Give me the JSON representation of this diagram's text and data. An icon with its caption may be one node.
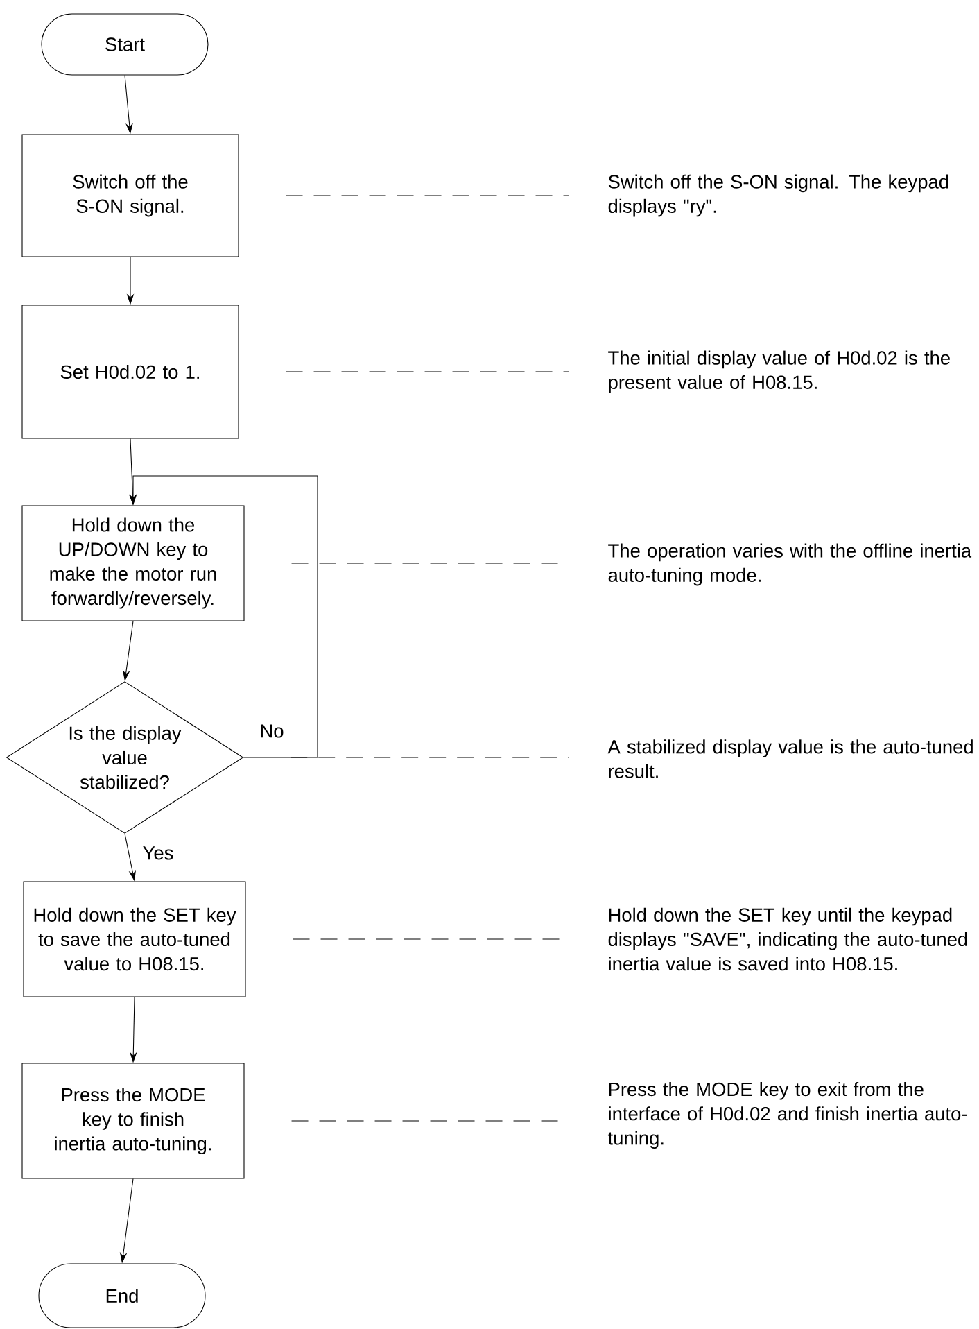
{
  "diagram": {
    "nodes": [
      {
        "text": [
          "Start"
        ]
      },
      {
        "text": [
          "Switch off the S-ON signal."
        ]
      },
      {
        "text": [
          "Set H0d.02 to 1."
        ]
      },
      {
        "text": [
          "Hold down the UP/DOWN key to make the motor run forwardly/reversely."
        ]
      },
      {
        "text": [
          "Is the display value stabilized?"
        ]
      },
      {
        "text": [
          "Hold down the SET key to save the auto-tuned value to H08.15."
        ]
      },
      {
        "text": [
          "Press the MODE key to finish inertia auto-tuning."
        ]
      },
      {
        "text": [
          "End"
        ]
      },
      {
        "text": [
          "Switch off the S-ON signal. The keypad displays \"ry\"."
        ]
      },
      {
        "text": [
          "The initial display value of H0d.02 is the present value of H08.15."
        ]
      },
      {
        "text": [
          "The operation varies with the offline inertia auto-tuning mode."
        ]
      },
      {
        "text": [
          "A stabilized display value is the auto-tuned result."
        ]
      },
      {
        "text": [
          "Hold down the SET key until the keypad displays \"SAVE\", indicating the auto-tuned inertia value is saved into H08.15."
        ]
      },
      {
        "text": [
          "Press the MODE key to exit from the interface of H0d.02 and finish inertia auto-tuning."
        ]
      }
    ],
    "edges": [
      {
        "from": 0,
        "to": 1,
        "arrow": "to"
      },
      {
        "from": 1,
        "to": 2,
        "arrow": "to"
      },
      {
        "from": 2,
        "to": 3,
        "arrow": "to"
      },
      {
        "from": 3,
        "to": 4,
        "arrow": "to"
      },
      {
        "from": 4,
        "to": 5,
        "arrow": "to",
        "label": "Yes"
      },
      {
        "from": 4,
        "to": 3,
        "arrow": "to",
        "label": "No"
      },
      {
        "from": 5,
        "to": 6,
        "arrow": "to"
      },
      {
        "from": 6,
        "to": 7,
        "arrow": "to"
      },
      {
        "from": 1,
        "to": 8,
        "arrow": "none",
        "style": "dashed"
      },
      {
        "from": 2,
        "to": 9,
        "arrow": "none",
        "style": "dashed"
      },
      {
        "from": 3,
        "to": 10,
        "arrow": "none",
        "style": "dashed"
      },
      {
        "from": 4,
        "to": 11,
        "arrow": "none",
        "style": "dashed"
      },
      {
        "from": 5,
        "to": 12,
        "arrow": "none",
        "style": "dashed"
      },
      {
        "from": 6,
        "to": 13,
        "arrow": "none",
        "style": "dashed"
      }
    ]
  }
}
